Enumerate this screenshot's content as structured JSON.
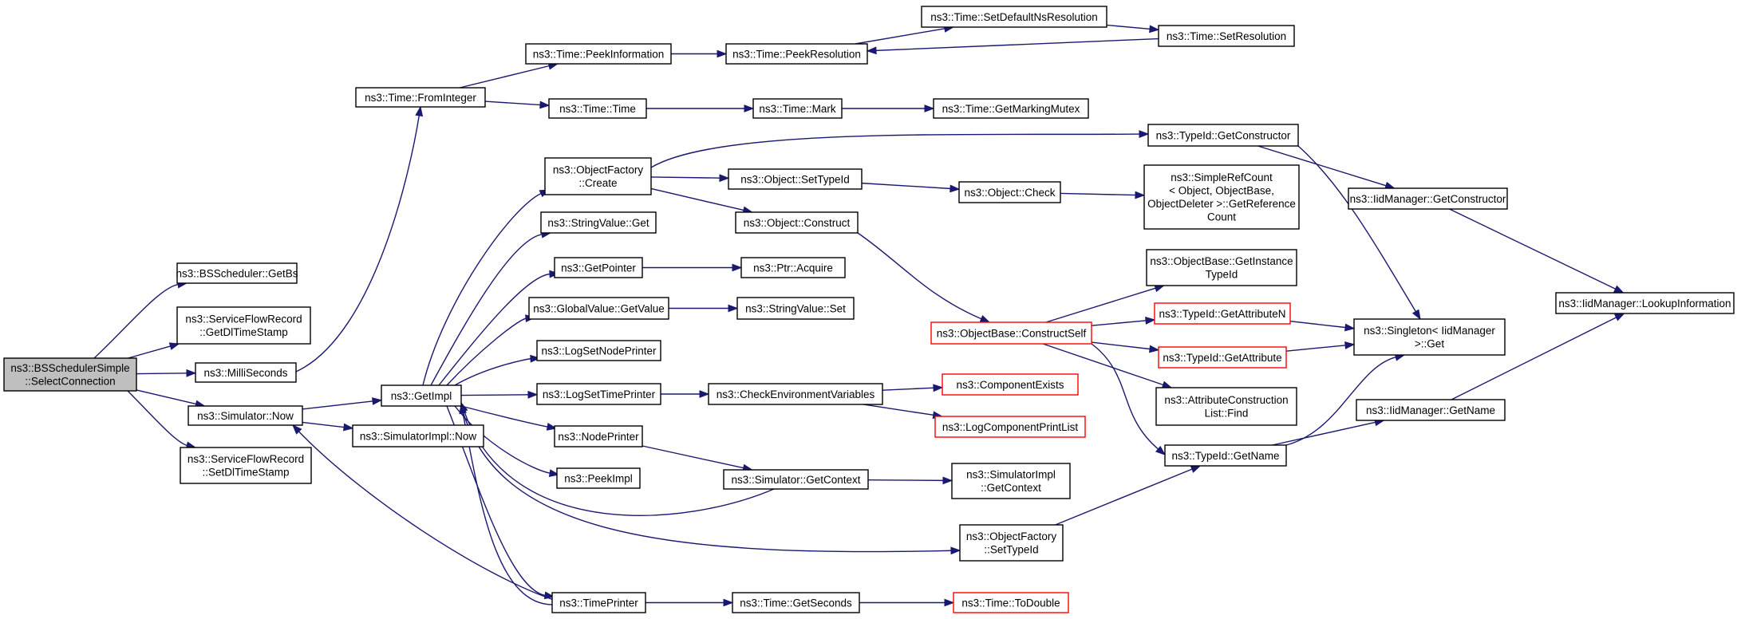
{
  "colors": {
    "edge": "#191970",
    "node_border": "#000000",
    "node_border_link_missing": "#ff0000",
    "focus_fill": "#bfbfbf",
    "background": "#ffffff"
  },
  "graph": {
    "nodes": [
      {
        "id": "bsss",
        "lines": [
          "ns3::BSSchedulerSimple",
          "::SelectConnection"
        ],
        "focus": true
      },
      {
        "id": "getbs",
        "lines": [
          "ns3::BSScheduler::GetBs"
        ]
      },
      {
        "id": "sfr_getdl",
        "lines": [
          "ns3::ServiceFlowRecord",
          "::GetDlTimeStamp"
        ]
      },
      {
        "id": "ms",
        "lines": [
          "ns3::MilliSeconds"
        ]
      },
      {
        "id": "simnow",
        "lines": [
          "ns3::Simulator::Now"
        ]
      },
      {
        "id": "sfr_setdl",
        "lines": [
          "ns3::ServiceFlowRecord",
          "::SetDlTimeStamp"
        ]
      },
      {
        "id": "fromint",
        "lines": [
          "ns3::Time::FromInteger"
        ]
      },
      {
        "id": "getimpl",
        "lines": [
          "ns3::GetImpl"
        ]
      },
      {
        "id": "simimplnow",
        "lines": [
          "ns3::SimulatorImpl::Now"
        ]
      },
      {
        "id": "peekinfo",
        "lines": [
          "ns3::Time::PeekInformation"
        ]
      },
      {
        "id": "timetime",
        "lines": [
          "ns3::Time::Time"
        ]
      },
      {
        "id": "ofcreate",
        "lines": [
          "ns3::ObjectFactory",
          "::Create"
        ]
      },
      {
        "id": "svget",
        "lines": [
          "ns3::StringValue::Get"
        ]
      },
      {
        "id": "getptr",
        "lines": [
          "ns3::GetPointer"
        ]
      },
      {
        "id": "gvget",
        "lines": [
          "ns3::GlobalValue::GetValue"
        ]
      },
      {
        "id": "lsnp",
        "lines": [
          "ns3::LogSetNodePrinter"
        ]
      },
      {
        "id": "lstp",
        "lines": [
          "ns3::LogSetTimePrinter"
        ]
      },
      {
        "id": "nodeprinter",
        "lines": [
          "ns3::NodePrinter"
        ]
      },
      {
        "id": "peekimpl",
        "lines": [
          "ns3::PeekImpl"
        ]
      },
      {
        "id": "timeprinter",
        "lines": [
          "ns3::TimePrinter"
        ]
      },
      {
        "id": "peekres",
        "lines": [
          "ns3::Time::PeekResolution"
        ]
      },
      {
        "id": "setdefns",
        "lines": [
          "ns3::Time::SetDefaultNsResolution"
        ]
      },
      {
        "id": "setres",
        "lines": [
          "ns3::Time::SetResolution"
        ]
      },
      {
        "id": "mark",
        "lines": [
          "ns3::Time::Mark"
        ]
      },
      {
        "id": "getmm",
        "lines": [
          "ns3::Time::GetMarkingMutex"
        ]
      },
      {
        "id": "objsettid",
        "lines": [
          "ns3::Object::SetTypeId"
        ]
      },
      {
        "id": "objconstruct",
        "lines": [
          "ns3::Object::Construct"
        ]
      },
      {
        "id": "ptracquire",
        "lines": [
          "ns3::Ptr::Acquire"
        ]
      },
      {
        "id": "svset",
        "lines": [
          "ns3::StringValue::Set"
        ]
      },
      {
        "id": "checkenv",
        "lines": [
          "ns3::CheckEnvironmentVariables"
        ]
      },
      {
        "id": "simgetctx",
        "lines": [
          "ns3::Simulator::GetContext"
        ]
      },
      {
        "id": "timegetsec",
        "lines": [
          "ns3::Time::GetSeconds"
        ]
      },
      {
        "id": "objcheck",
        "lines": [
          "ns3::Object::Check"
        ]
      },
      {
        "id": "obconstructself",
        "lines": [
          "ns3::ObjectBase::ConstructSelf"
        ],
        "red": true
      },
      {
        "id": "tidgetctor",
        "lines": [
          "ns3::TypeId::GetConstructor"
        ]
      },
      {
        "id": "srcgetref",
        "lines": [
          "ns3::SimpleRefCount",
          "< Object, ObjectBase,",
          "ObjectDeleter >::GetReference",
          "Count"
        ]
      },
      {
        "id": "obgetinst",
        "lines": [
          "ns3::ObjectBase::GetInstance",
          "TypeId"
        ]
      },
      {
        "id": "tidgetattrn",
        "lines": [
          "ns3::TypeId::GetAttributeN"
        ],
        "red": true
      },
      {
        "id": "tidgetattr",
        "lines": [
          "ns3::TypeId::GetAttribute"
        ],
        "red": true
      },
      {
        "id": "acfind",
        "lines": [
          "ns3::AttributeConstruction",
          "List::Find"
        ]
      },
      {
        "id": "tidgetname",
        "lines": [
          "ns3::TypeId::GetName"
        ]
      },
      {
        "id": "compexists",
        "lines": [
          "ns3::ComponentExists"
        ],
        "red": true
      },
      {
        "id": "logcpl",
        "lines": [
          "ns3::LogComponentPrintList"
        ],
        "red": true
      },
      {
        "id": "simimplgetctx",
        "lines": [
          "ns3::SimulatorImpl",
          "::GetContext"
        ]
      },
      {
        "id": "ofsettid",
        "lines": [
          "ns3::ObjectFactory",
          "::SetTypeId"
        ]
      },
      {
        "id": "todouble",
        "lines": [
          "ns3::Time::ToDouble"
        ],
        "red": true
      },
      {
        "id": "iidgetctor",
        "lines": [
          "ns3::IidManager::GetConstructor"
        ]
      },
      {
        "id": "singleton",
        "lines": [
          "ns3::Singleton< IidManager",
          " >::Get"
        ]
      },
      {
        "id": "iidgetname",
        "lines": [
          "ns3::IidManager::GetName"
        ]
      },
      {
        "id": "iidlookup",
        "lines": [
          "ns3::IidManager::LookupInformation"
        ]
      }
    ],
    "edges": [
      [
        "bsss",
        "getbs"
      ],
      [
        "bsss",
        "sfr_getdl"
      ],
      [
        "bsss",
        "ms"
      ],
      [
        "bsss",
        "simnow"
      ],
      [
        "bsss",
        "sfr_setdl"
      ],
      [
        "ms",
        "fromint"
      ],
      [
        "simnow",
        "getimpl"
      ],
      [
        "simnow",
        "simimplnow"
      ],
      [
        "fromint",
        "peekinfo"
      ],
      [
        "fromint",
        "timetime"
      ],
      [
        "peekinfo",
        "peekres"
      ],
      [
        "peekres",
        "setdefns"
      ],
      [
        "setdefns",
        "setres"
      ],
      [
        "setres",
        "peekres"
      ],
      [
        "timetime",
        "mark"
      ],
      [
        "mark",
        "getmm"
      ],
      [
        "getimpl",
        "ofcreate"
      ],
      [
        "getimpl",
        "svget"
      ],
      [
        "getimpl",
        "getptr"
      ],
      [
        "getimpl",
        "gvget"
      ],
      [
        "getimpl",
        "lsnp"
      ],
      [
        "getimpl",
        "lstp"
      ],
      [
        "getimpl",
        "nodeprinter"
      ],
      [
        "getimpl",
        "peekimpl"
      ],
      [
        "getimpl",
        "timeprinter"
      ],
      [
        "getimpl",
        "ofsettid"
      ],
      [
        "simgetctx",
        "getimpl"
      ],
      [
        "timeprinter",
        "getimpl"
      ],
      [
        "timeprinter",
        "simnow"
      ],
      [
        "timeprinter",
        "timegetsec"
      ],
      [
        "ofcreate",
        "tidgetctor"
      ],
      [
        "ofcreate",
        "objsettid"
      ],
      [
        "ofcreate",
        "objconstruct"
      ],
      [
        "getptr",
        "ptracquire"
      ],
      [
        "gvget",
        "svset"
      ],
      [
        "lstp",
        "checkenv"
      ],
      [
        "nodeprinter",
        "simgetctx"
      ],
      [
        "objsettid",
        "objcheck"
      ],
      [
        "objcheck",
        "srcgetref"
      ],
      [
        "objconstruct",
        "obconstructself"
      ],
      [
        "checkenv",
        "compexists"
      ],
      [
        "checkenv",
        "logcpl"
      ],
      [
        "simgetctx",
        "simimplgetctx"
      ],
      [
        "timegetsec",
        "todouble"
      ],
      [
        "obconstructself",
        "obgetinst"
      ],
      [
        "obconstructself",
        "tidgetattrn"
      ],
      [
        "obconstructself",
        "tidgetattr"
      ],
      [
        "obconstructself",
        "acfind"
      ],
      [
        "obconstructself",
        "tidgetname"
      ],
      [
        "ofsettid",
        "tidgetname"
      ],
      [
        "tidgetctor",
        "iidgetctor"
      ],
      [
        "tidgetctor",
        "singleton"
      ],
      [
        "tidgetattrn",
        "singleton"
      ],
      [
        "tidgetattr",
        "singleton"
      ],
      [
        "tidgetname",
        "iidgetname"
      ],
      [
        "tidgetname",
        "singleton"
      ],
      [
        "iidgetctor",
        "iidlookup"
      ],
      [
        "iidgetname",
        "iidlookup"
      ]
    ]
  }
}
